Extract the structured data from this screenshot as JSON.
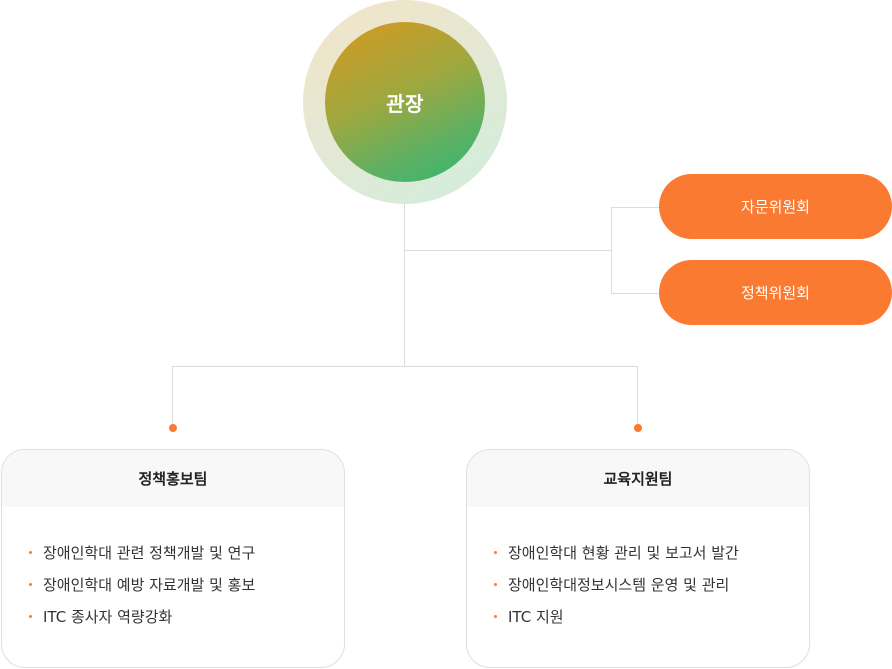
{
  "head": {
    "label": "관장"
  },
  "committees": [
    {
      "label": "자문위원회"
    },
    {
      "label": "정책위원회"
    }
  ],
  "teams": [
    {
      "title": "정책홍보팀",
      "duties": [
        "장애인학대 관련 정책개발 및 연구",
        "장애인학대 예방 자료개발 및 홍보",
        "ITC 종사자 역량강화"
      ]
    },
    {
      "title": "교육지원팀",
      "duties": [
        "장애인학대 현황 관리 및 보고서 발간",
        "장애인학대정보시스템 운영 및 관리",
        "ITC 지원"
      ]
    }
  ],
  "colors": {
    "accent": "#fb7a31",
    "connector": "#dcdcdc",
    "head_gradient_start": "#d8981f",
    "head_gradient_end": "#2fba72"
  }
}
